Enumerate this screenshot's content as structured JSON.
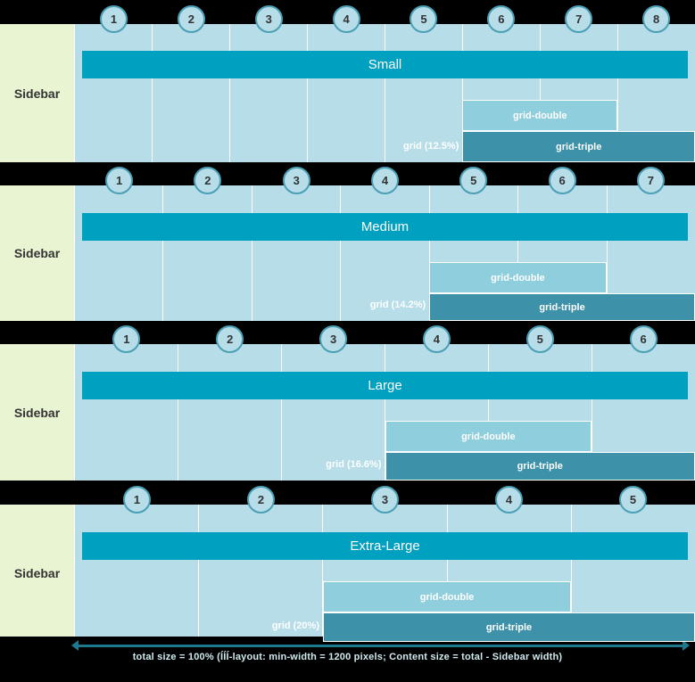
{
  "sidebar_label": "Sidebar",
  "colors": {
    "sidebar_bg": "#e9f4d3",
    "content_bg": "#b6dde8",
    "size_bar": "#00a0c0",
    "grid_double": "#8fcedd",
    "grid_triple": "#3d91a8",
    "badge_border": "#4a9fb5",
    "background": "#000000",
    "arrow": "#1d7a8c"
  },
  "labels": {
    "grid_double": "grid-double",
    "grid_triple": "grid-triple"
  },
  "panels": [
    {
      "name": "Small",
      "columns": 8,
      "column_numbers": [
        "1",
        "2",
        "3",
        "4",
        "5",
        "6",
        "7",
        "8"
      ],
      "grid_percent_label": "grid (12.5%)",
      "grid_double_start": 6,
      "grid_double_span": 2,
      "grid_triple_start": 6,
      "grid_triple_span": 3
    },
    {
      "name": "Medium",
      "columns": 7,
      "column_numbers": [
        "1",
        "2",
        "3",
        "4",
        "5",
        "6",
        "7"
      ],
      "grid_percent_label": "grid (14.2%)",
      "grid_double_start": 5,
      "grid_double_span": 2,
      "grid_triple_start": 5,
      "grid_triple_span": 3
    },
    {
      "name": "Large",
      "columns": 6,
      "column_numbers": [
        "1",
        "2",
        "3",
        "4",
        "5",
        "6"
      ],
      "grid_percent_label": "grid (16.6%)",
      "grid_double_start": 4,
      "grid_double_span": 2,
      "grid_triple_start": 4,
      "grid_triple_span": 3
    },
    {
      "name": "Extra-Large",
      "columns": 5,
      "column_numbers": [
        "1",
        "2",
        "3",
        "4",
        "5"
      ],
      "grid_percent_label": "grid (20%)",
      "grid_double_start": 3,
      "grid_double_span": 2,
      "grid_triple_start": 3,
      "grid_triple_span": 3
    }
  ],
  "measurement": {
    "caption": "total size = 100% (ÍÍÍ-layout: min-width = 1200 pixels; Content size = total - Sidebar width)",
    "arrow_name": "total-width-arrow"
  }
}
